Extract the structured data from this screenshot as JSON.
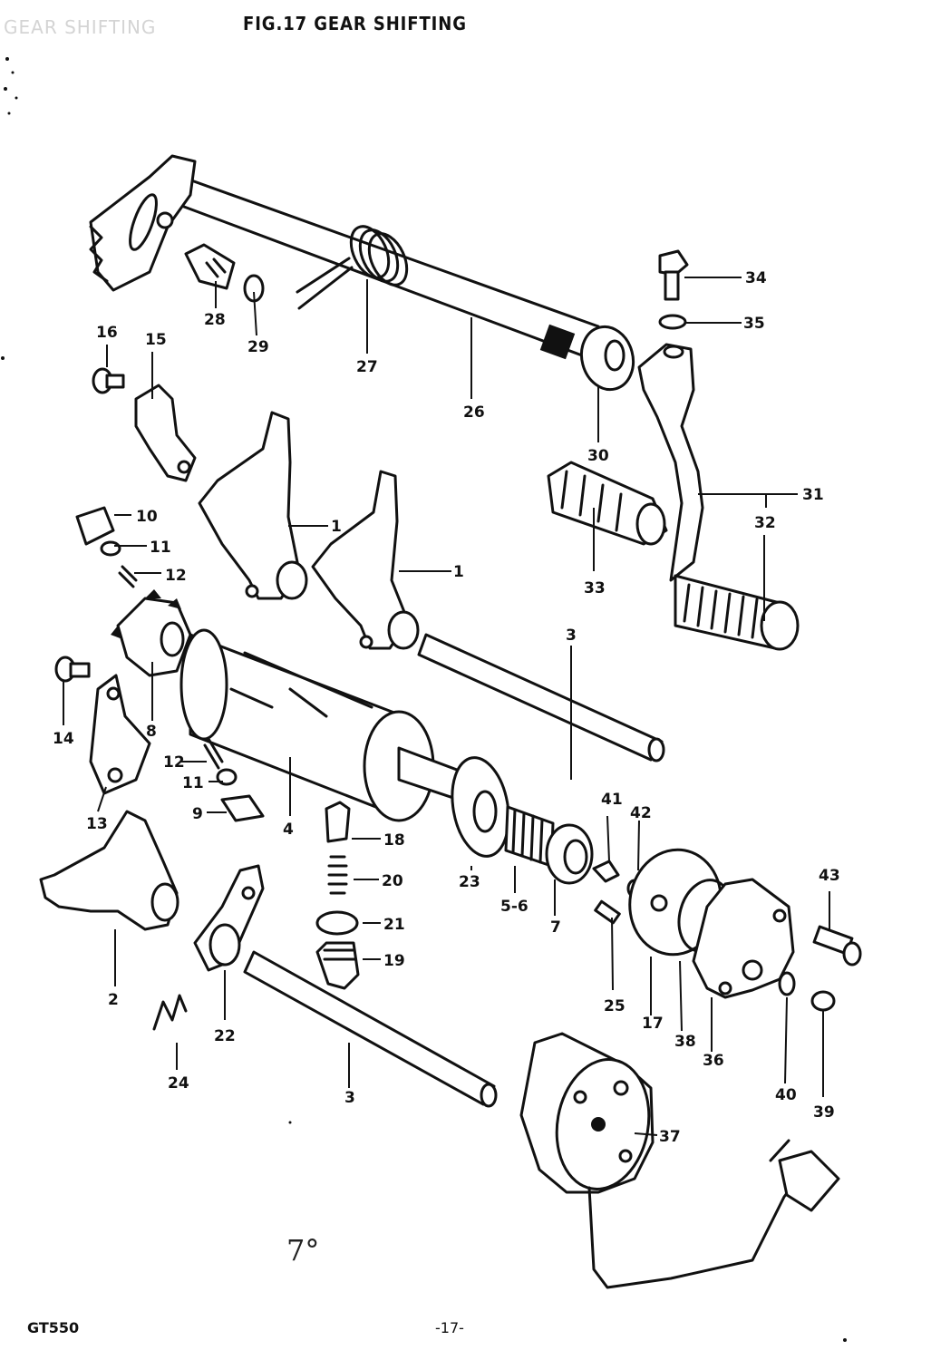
{
  "header": {
    "title": "FIG.17  GEAR SHIFTING",
    "ghost_title": "GEAR SHIFTING"
  },
  "footer": {
    "model": "GT550",
    "page_number": "-17-",
    "handwritten": "7°"
  },
  "colors": {
    "ink": "#111111",
    "paper": "#ffffff"
  },
  "callouts": [
    "1",
    "2",
    "3",
    "4",
    "5-6",
    "7",
    "8",
    "9",
    "10",
    "11",
    "12",
    "13",
    "14",
    "15",
    "16",
    "17",
    "18",
    "19",
    "20",
    "21",
    "22",
    "23",
    "24",
    "25",
    "26",
    "27",
    "28",
    "29",
    "30",
    "31",
    "32",
    "33",
    "34",
    "35",
    "36",
    "37",
    "38",
    "39",
    "40",
    "41",
    "42",
    "43"
  ]
}
